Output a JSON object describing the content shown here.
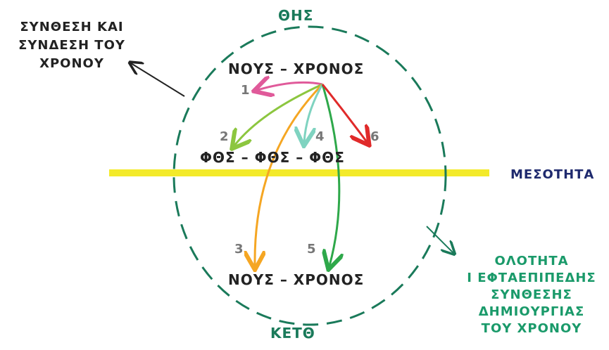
{
  "top_title": "ΘΗΣ",
  "bottom_title": "ΚΕΤΘ",
  "top_left_note": [
    "ΣΥΝΘΕΣΗ ΚΑΙ",
    "ΣΥΝΔΕΣΗ ΤΟΥ",
    "ΧΡΟΝΟΥ"
  ],
  "top_heading": "ΝΟΥΣ – ΧΡΟΝΟΣ",
  "middle_heading": "ΦΘΣ – ΦΘΣ – ΦΘΣ",
  "bottom_heading": "ΝΟΥΣ – ΧΡΟΝΟΣ",
  "mesotita_label": "ΜΕΣΟΤΗΤΑ",
  "right_note": [
    "ΟΛΟΤΗΤΑ",
    "Ι ΕΦΤΑΕΠΙΠΕΔΗΣ",
    "ΣΥΝΘΕΣΗΣ",
    "ΔΗΜΙΟΥΡΓΙΑΣ",
    "ΤΟΥ ΧΡΟΝΟΥ"
  ],
  "arrows": [
    {
      "label": "1",
      "color": "#e05a9a"
    },
    {
      "label": "2",
      "color": "#8cc63f"
    },
    {
      "label": "3",
      "color": "#f5a623"
    },
    {
      "label": "4",
      "color": "#7fd3c0"
    },
    {
      "label": "5",
      "color": "#2ea84a"
    },
    {
      "label": "6",
      "color": "#e02a2a"
    }
  ],
  "colors": {
    "circle": "#1a7a5a",
    "band": "#f3ea2a",
    "text_dark": "#222222",
    "green_text": "#1a9a6a",
    "navy_text": "#1f2a6e"
  }
}
